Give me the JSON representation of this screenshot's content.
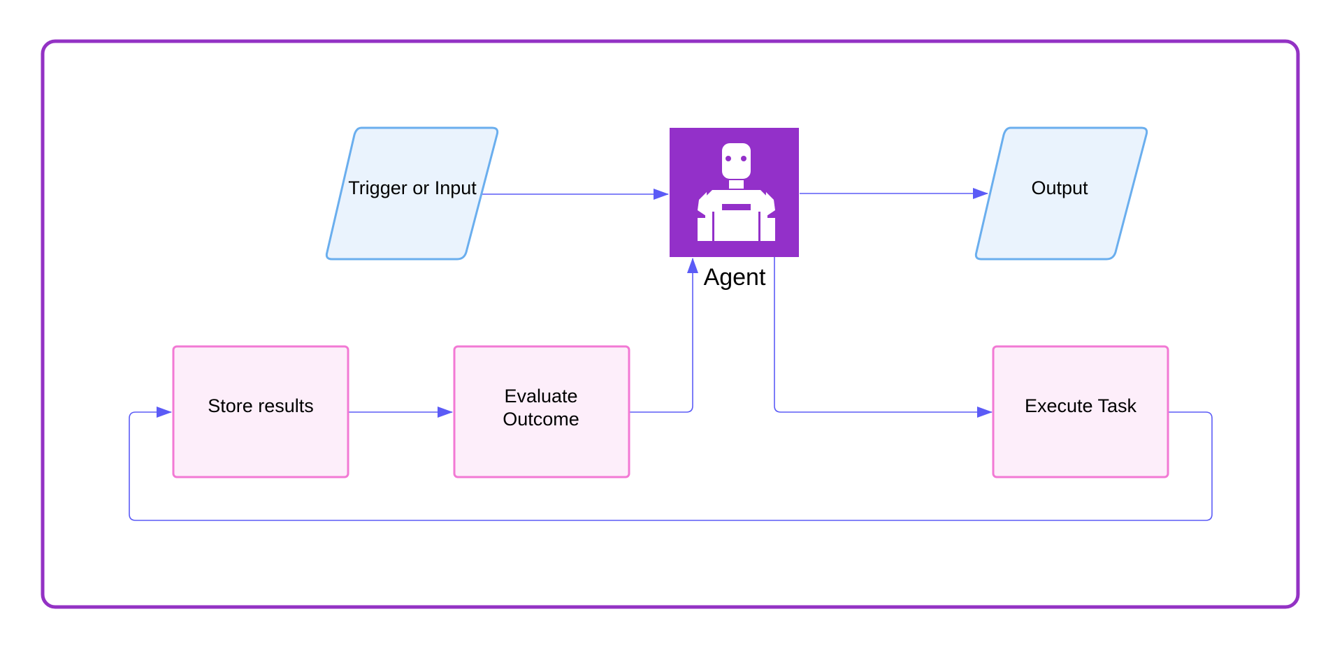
{
  "colors": {
    "frame": "#9332c4",
    "io_stroke": "#6aaeee",
    "io_fill": "#eaf3fd",
    "task_stroke": "#f279d4",
    "task_fill": "#fdeefa",
    "connector": "#5b5bf6",
    "agent_bg": "#9330c9",
    "agent_icon": "#ffffff"
  },
  "nodes": {
    "trigger": {
      "label": "Trigger or Input"
    },
    "agent": {
      "label": "Agent",
      "icon": "robot-icon"
    },
    "output": {
      "label": "Output"
    },
    "store": {
      "label": "Store results"
    },
    "evaluate": {
      "line1": "Evaluate",
      "line2": "Outcome"
    },
    "execute": {
      "label": "Execute Task"
    }
  },
  "edges": [
    {
      "from": "Trigger or Input",
      "to": "Agent"
    },
    {
      "from": "Agent",
      "to": "Output"
    },
    {
      "from": "Agent",
      "to": "Execute Task"
    },
    {
      "from": "Execute Task",
      "to": "Store results"
    },
    {
      "from": "Store results",
      "to": "Evaluate Outcome"
    },
    {
      "from": "Evaluate Outcome",
      "to": "Agent"
    }
  ]
}
